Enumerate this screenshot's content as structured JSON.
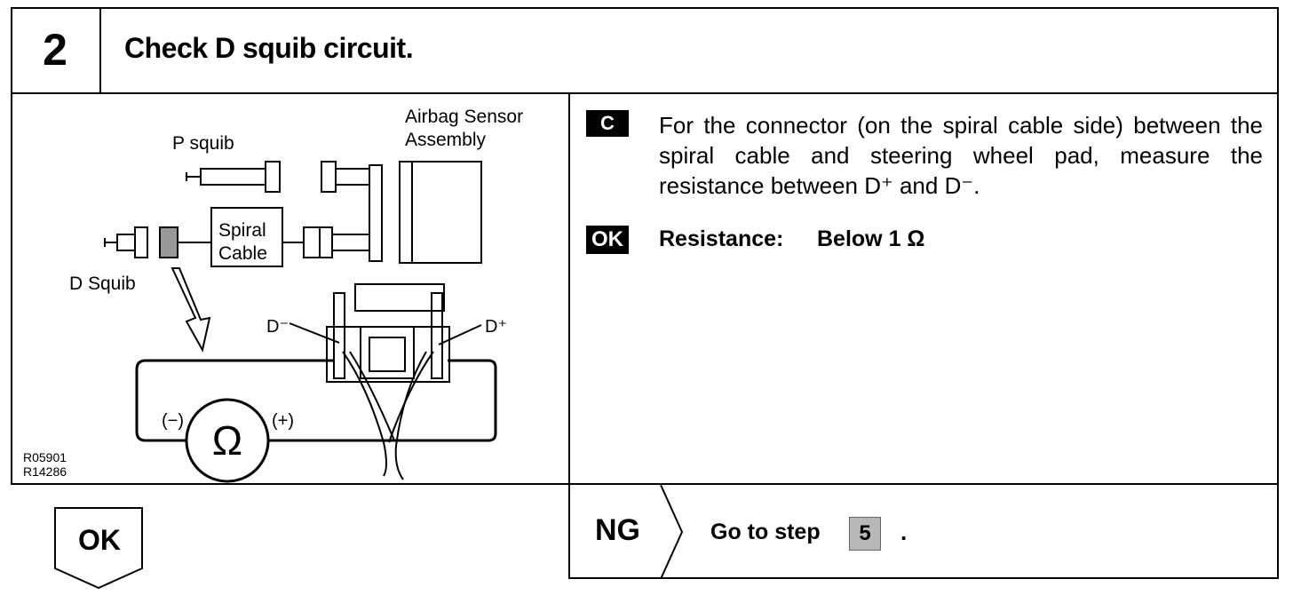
{
  "step": {
    "number": "2",
    "title": "Check D squib circuit."
  },
  "diagram": {
    "labels": {
      "p_squib": "P squib",
      "airbag_line1": "Airbag Sensor",
      "airbag_line2": "Assembly",
      "spiral_line1": "Spiral",
      "spiral_line2": "Cable",
      "d_squib": "D Squib",
      "d_minus": "D⁻",
      "d_plus": "D⁺",
      "neg": "(−)",
      "pos": "(+)",
      "ohm": "Ω",
      "ref1": "R05901",
      "ref2": "R14286"
    }
  },
  "instruction": {
    "tag": "C",
    "text": "For the connector (on the spiral cable side) between the spiral cable and steering wheel pad, measure the resistance between D⁺ and D⁻."
  },
  "spec": {
    "tag": "OK",
    "label": "Resistance:",
    "value": "Below 1 Ω"
  },
  "results": {
    "ok_label": "OK",
    "ng_label": "NG",
    "ng_text": "Go to step",
    "ng_step": "5",
    "ng_suffix": "."
  }
}
